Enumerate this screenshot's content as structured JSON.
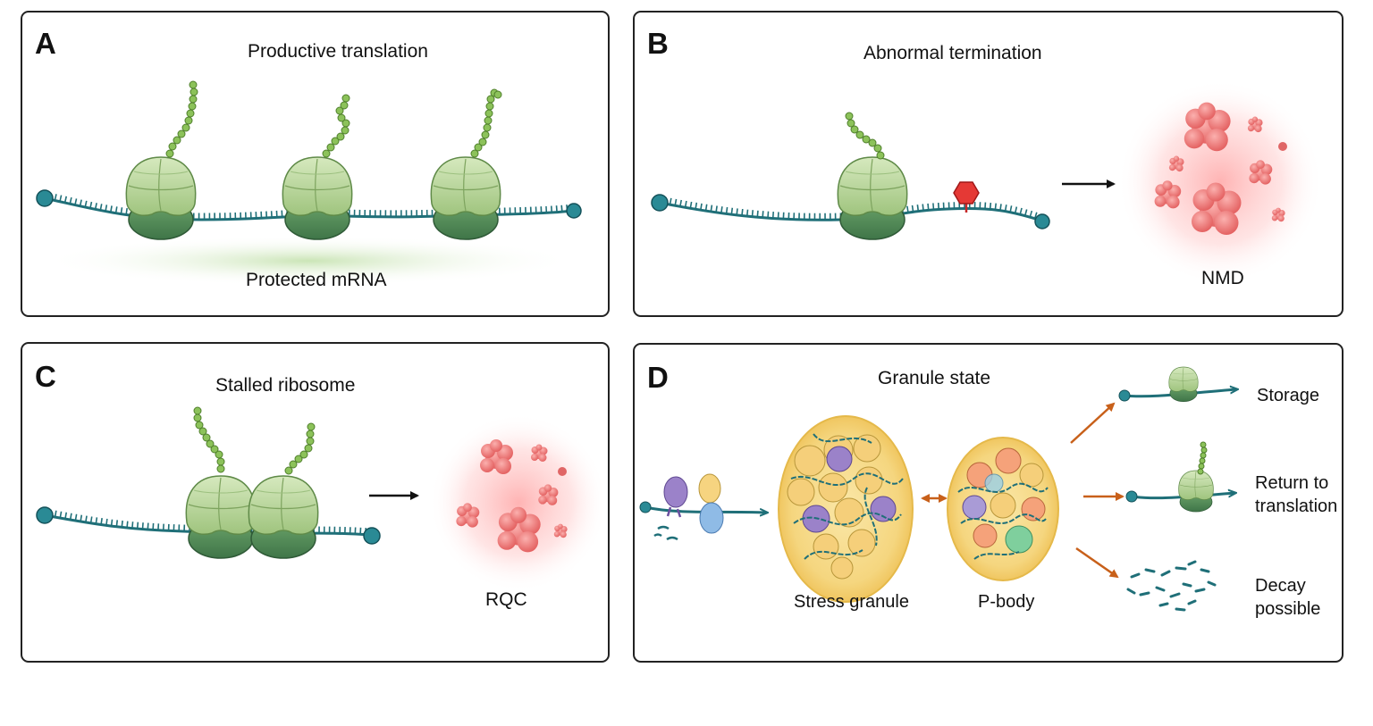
{
  "panels": {
    "a": {
      "letter": "A",
      "title": "Productive translation",
      "caption": "Protected mRNA"
    },
    "b": {
      "letter": "B",
      "title": "Abnormal termination",
      "outcome": "NMD"
    },
    "c": {
      "letter": "C",
      "title": "Stalled ribosome",
      "outcome": "RQC"
    },
    "d": {
      "letter": "D",
      "title": "Granule state",
      "granule_1": "Stress granule",
      "granule_2": "P-body",
      "outcomes": [
        {
          "line1": "Storage",
          "line2": ""
        },
        {
          "line1": "Return to",
          "line2": "translation"
        },
        {
          "line1": "Decay",
          "line2": "possible"
        }
      ]
    }
  },
  "colors": {
    "mrna": "#1f6f78",
    "ribosome_light": "#b8d59a",
    "ribosome_dark": "#4f8a55",
    "peptide": "#7fb34e",
    "degradation": "#e06666",
    "granule_fill": "#f6dc8a",
    "arrow_orange": "#c8601a",
    "stop_codon": "#e03a3a"
  },
  "icons": [
    "ribosome-icon",
    "peptide-chain-icon",
    "stop-codon-icon",
    "degradation-cluster-icon",
    "arrow-right-icon",
    "double-arrow-icon",
    "rna-fragments-icon"
  ]
}
